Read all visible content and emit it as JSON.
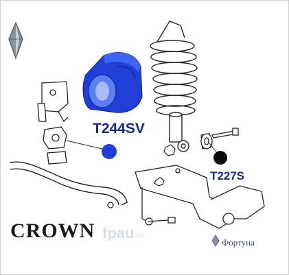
{
  "diagram": {
    "parts": [
      {
        "label": "T244SV",
        "color": "#1f3fd6"
      },
      {
        "label": "T227S",
        "color": "#0a0a0a"
      }
    ],
    "model": "CROWN",
    "watermark": {
      "main": "fpau",
      "suffix": ".ru"
    },
    "seller": "Фортуна",
    "accent": "#1f3fd6",
    "line_color": "#222222"
  }
}
